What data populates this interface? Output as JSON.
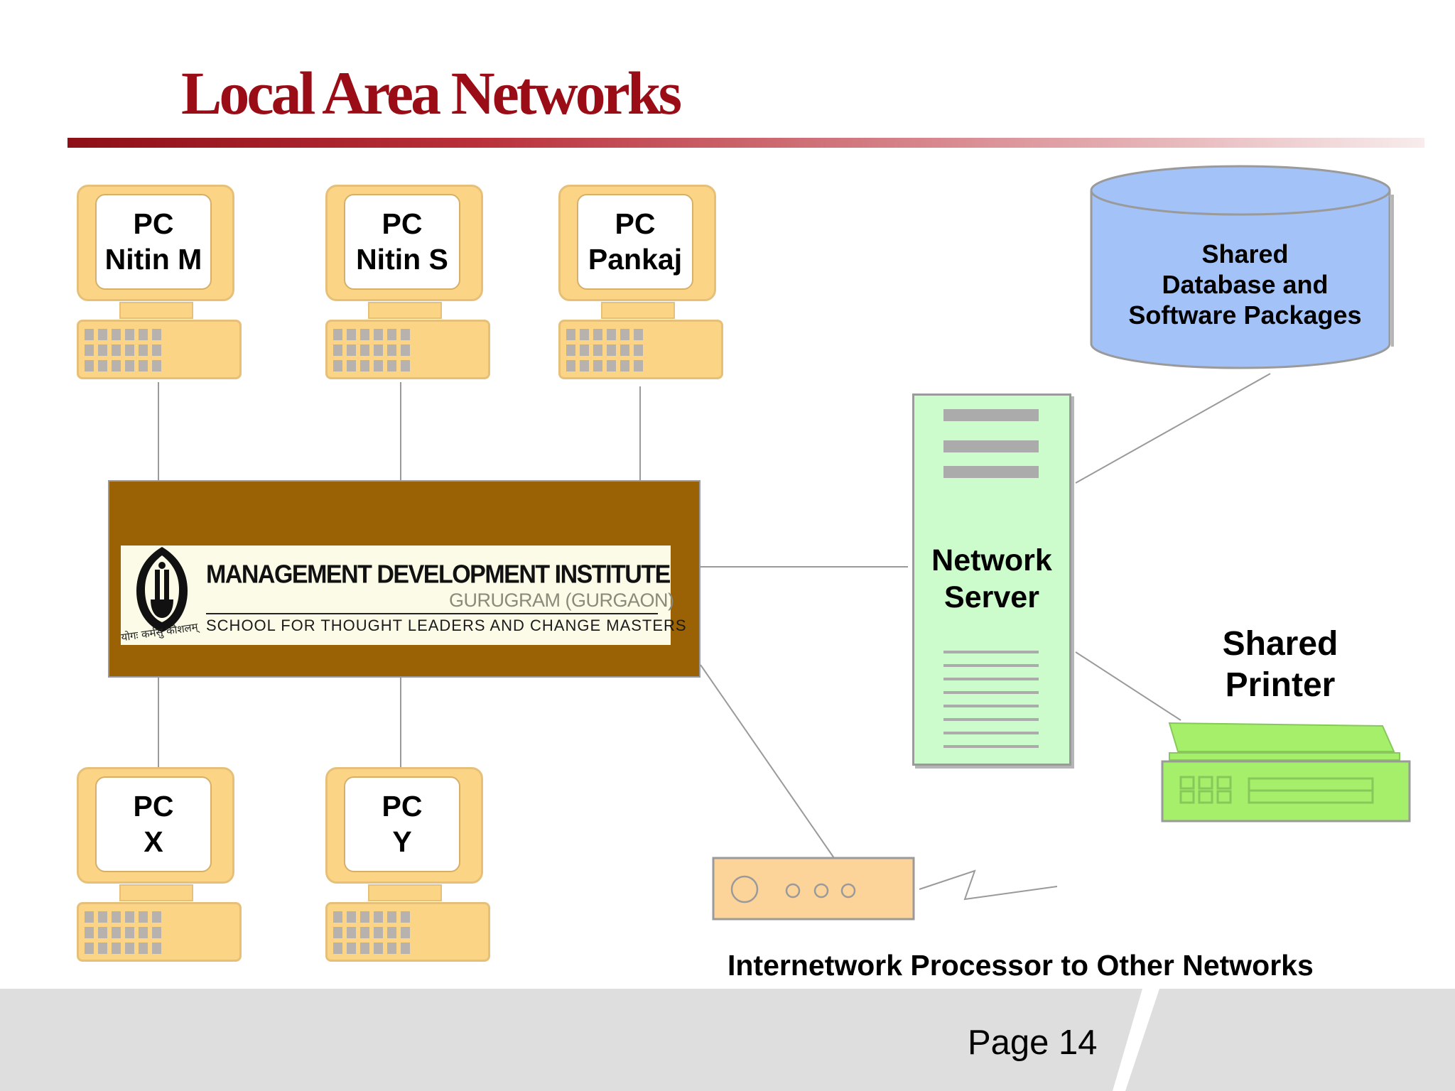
{
  "slide": {
    "title": "Local Area Networks",
    "page_label": "Page 14"
  },
  "pcs": [
    {
      "line1": "PC",
      "line2": "Nitin M"
    },
    {
      "line1": "PC",
      "line2": "Nitin S"
    },
    {
      "line1": "PC",
      "line2": "Pankaj"
    },
    {
      "line1": "PC",
      "line2": "X"
    },
    {
      "line1": "PC",
      "line2": "Y"
    }
  ],
  "hub": {
    "institute_name": "MANAGEMENT DEVELOPMENT INSTITUTE",
    "city": "GURUGRAM (GURGAON)",
    "tagline": "SCHOOL FOR THOUGHT LEADERS AND CHANGE MASTERS",
    "emblem_caption": "योगः कर्मसु कौशलम्"
  },
  "database": {
    "line1": "Shared",
    "line2": "Database and",
    "line3": "Software Packages"
  },
  "server": {
    "line1": "Network",
    "line2": "Server"
  },
  "printer": {
    "line1": "Shared",
    "line2": "Printer"
  },
  "internetwork": {
    "label": "Internetwork Processor to Other Networks"
  },
  "colors": {
    "title": "#9b0d16",
    "pc": "#fbd486",
    "hub": "#9a6204",
    "database": "#a3c2f7",
    "server": "#ccfccc",
    "printer": "#a6ef6a",
    "router": "#fcd49a"
  }
}
